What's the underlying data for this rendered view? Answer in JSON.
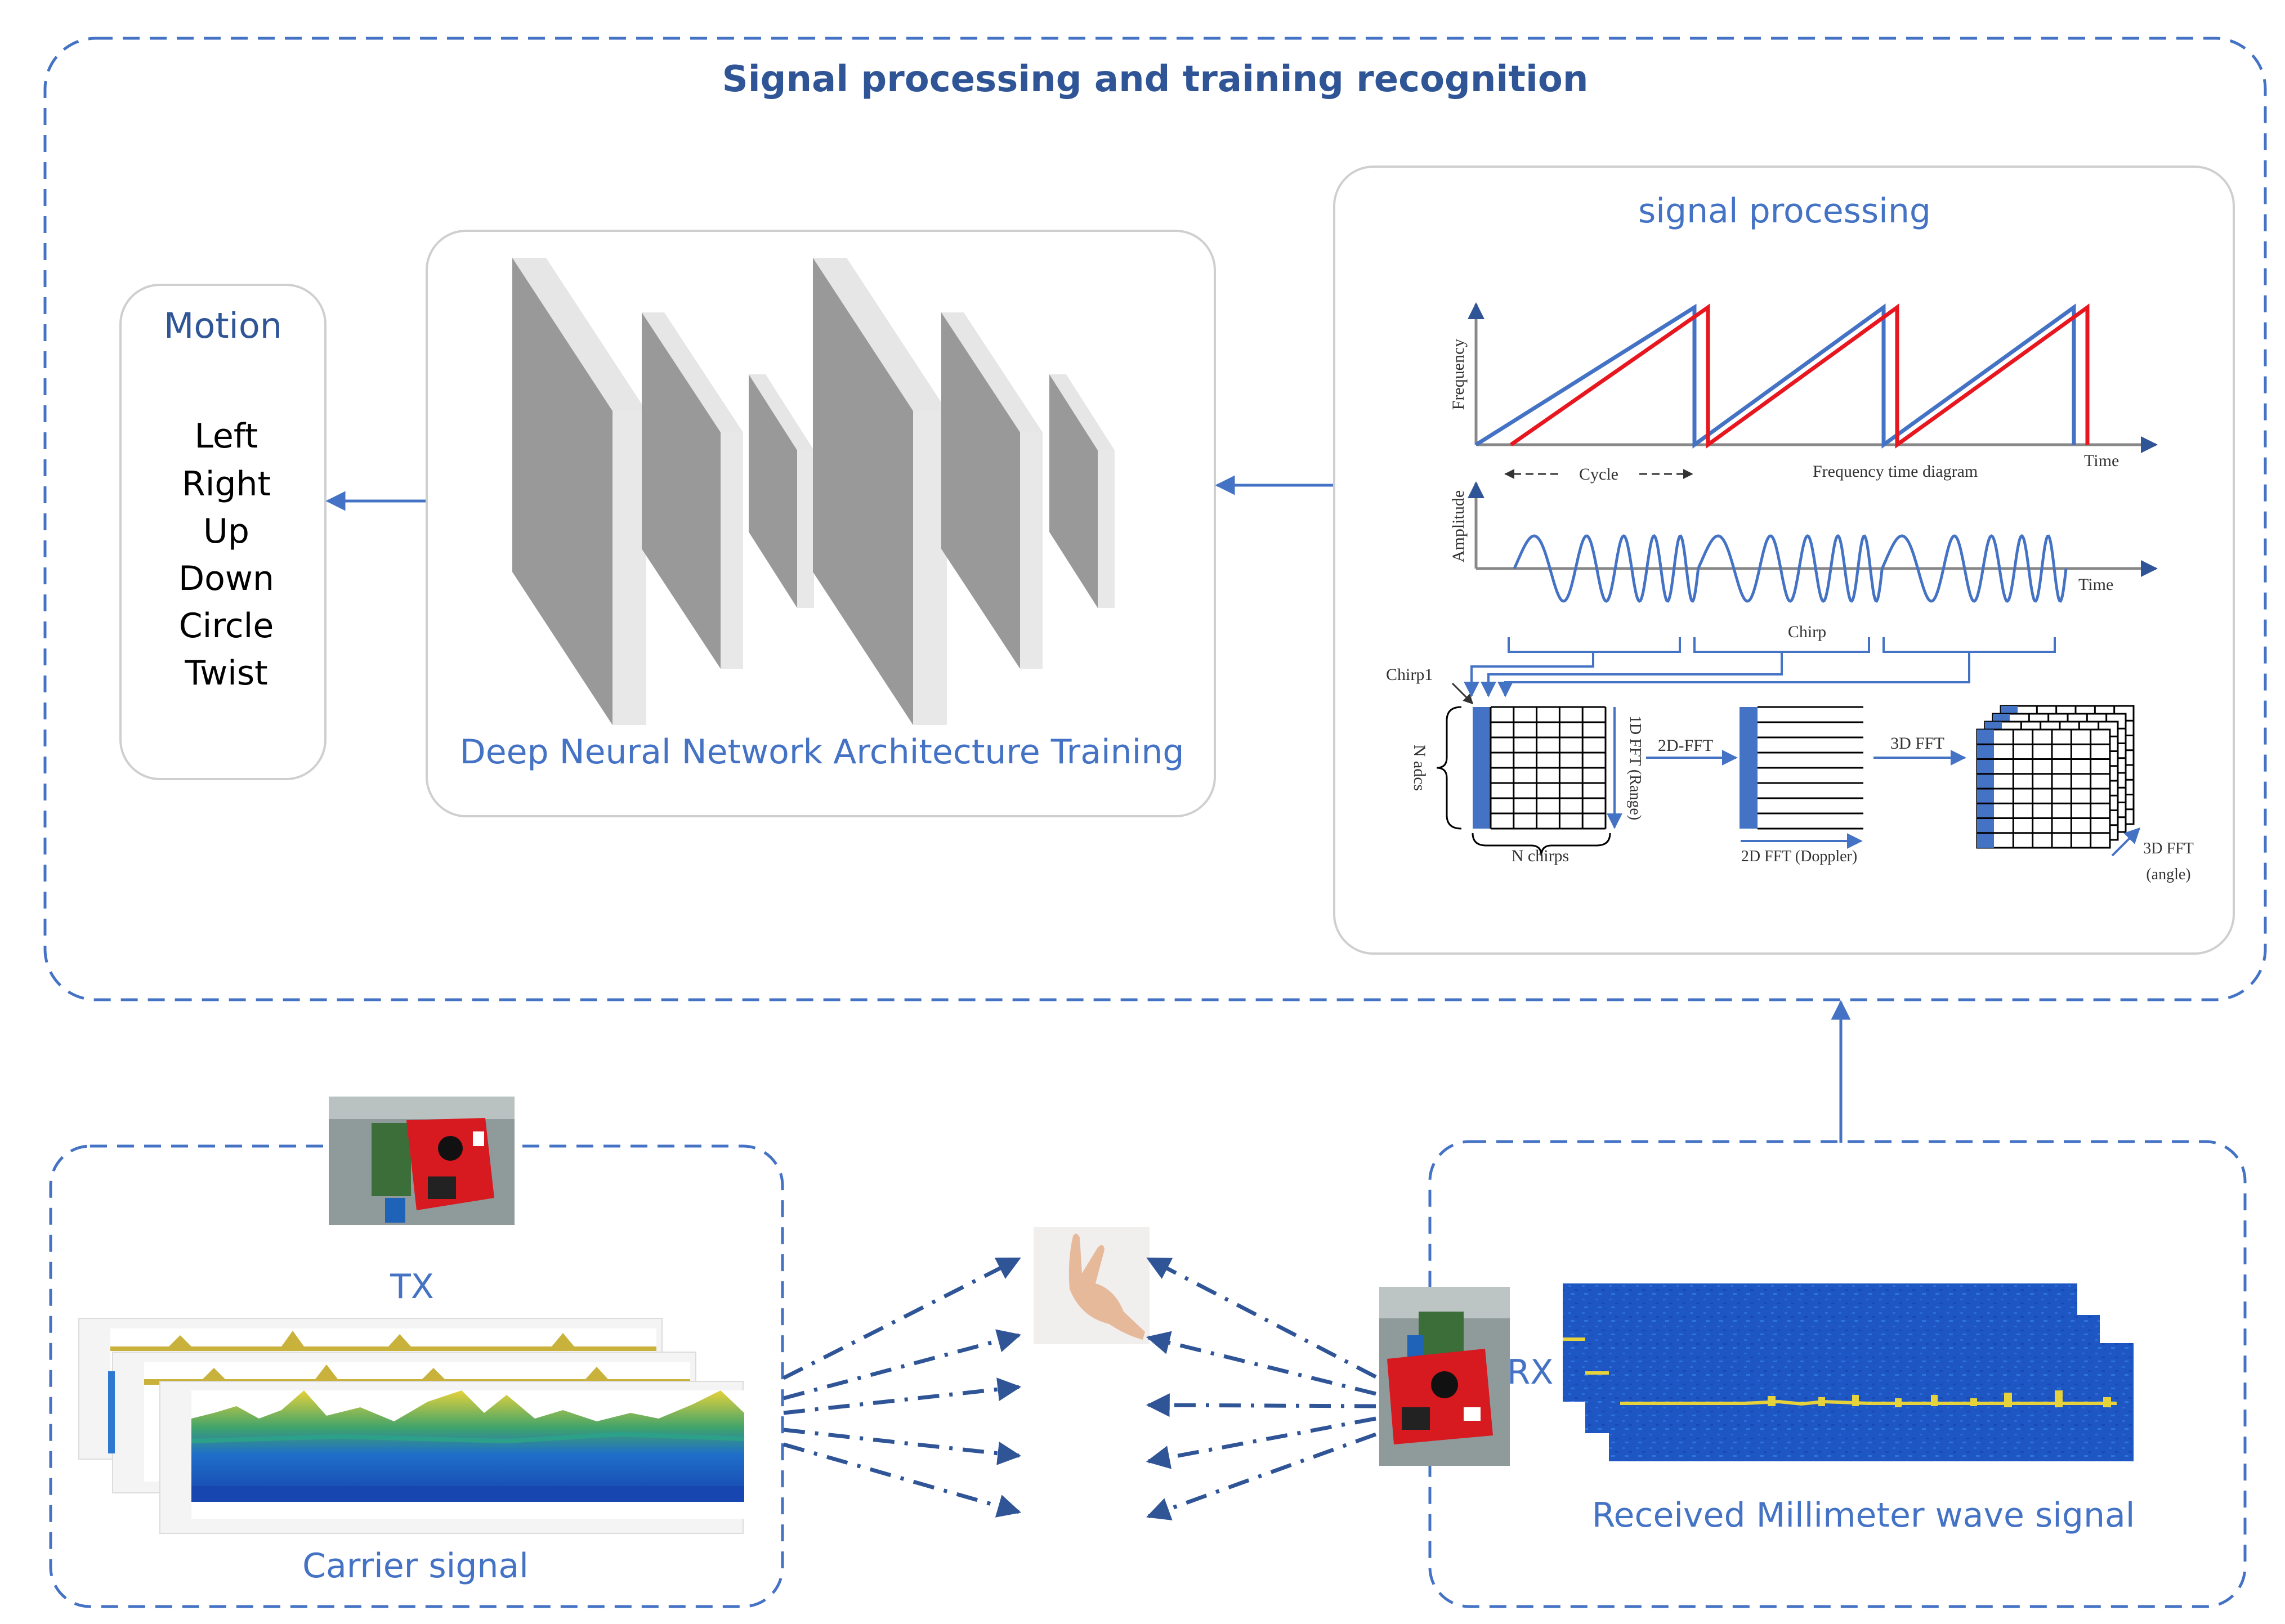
{
  "title": "Signal processing and training recognition",
  "motion": {
    "title": "Motion",
    "items": [
      "Left",
      "Right",
      "Up",
      "Down",
      "Circle",
      "Twist"
    ]
  },
  "dnn": {
    "label": "Deep Neural Network Architecture Training"
  },
  "signal_processing": {
    "title": "signal processing",
    "freq_axis": "Frequency",
    "time_axis_1": "Time",
    "cycle": "Cycle",
    "freq_time_diagram": "Frequency time diagram",
    "amp_axis": "Amplitude",
    "time_axis_2": "Time",
    "chirp": "Chirp",
    "chirp1": "Chirp1",
    "adcs": "N adcs",
    "chirps": "N chirps",
    "fft1": "1D FFT (Range)",
    "fft2_top": "2D-FFT",
    "fft2_bottom": "2D FFT (Doppler)",
    "fft3_top": "3D FFT",
    "fft3_bottom_1": "3D FFT",
    "fft3_bottom_2": "(angle)"
  },
  "tx": {
    "label": "TX",
    "caption": "Carrier signal"
  },
  "rx": {
    "label": "RX",
    "caption": "Received Millimeter wave signal"
  },
  "colors": {
    "accent": "#4472C4",
    "title_text": "#2F5597",
    "dash_blue": "#2F5597",
    "red": "#E8171F",
    "heat_blue": "#1B4FB8",
    "heat_yellow": "#E6D23A"
  }
}
